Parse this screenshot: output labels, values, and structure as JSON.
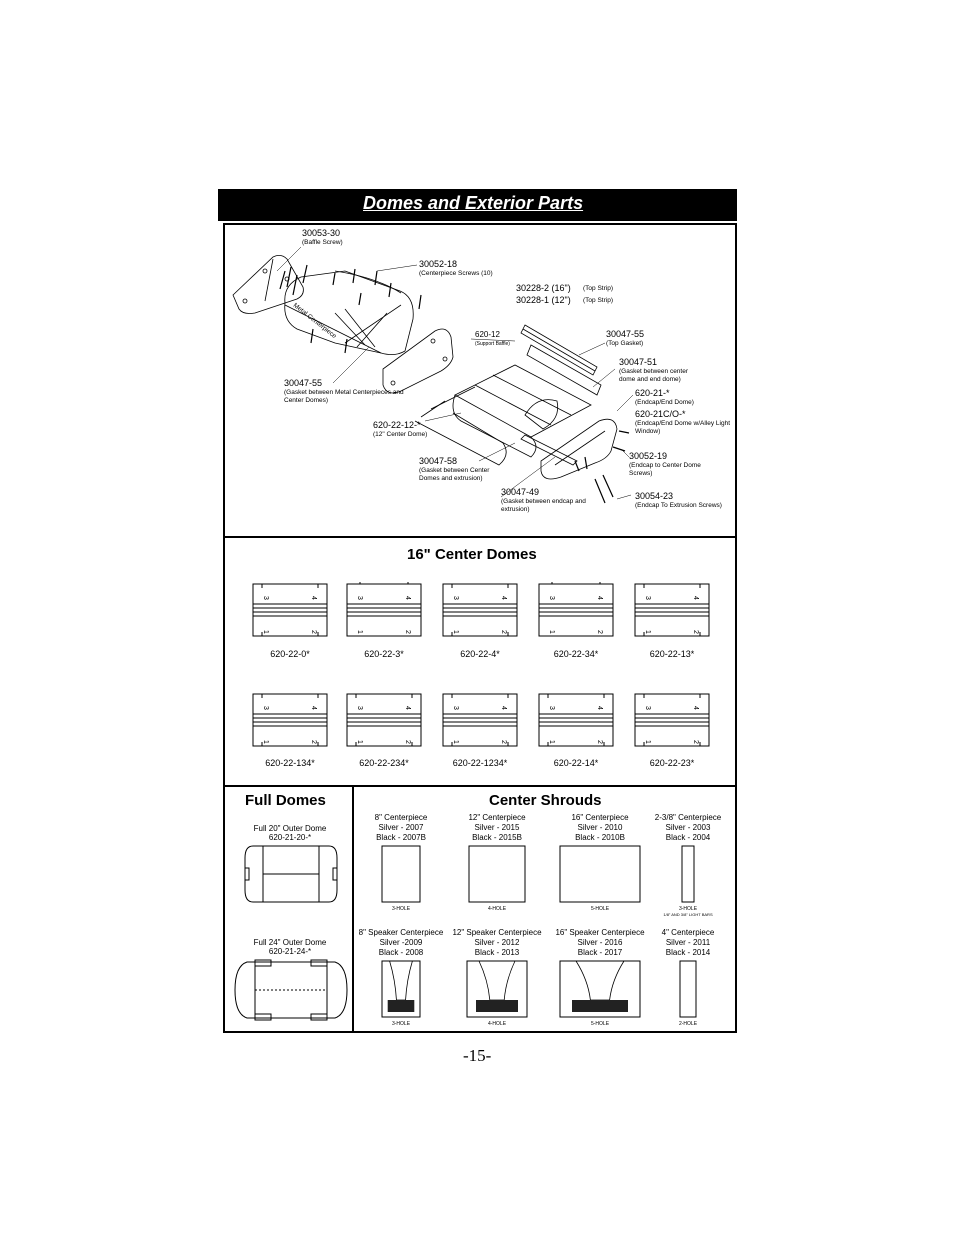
{
  "page_title": "Domes and Exterior Parts",
  "exploded_view": {
    "callouts": [
      {
        "part": "30053-30",
        "desc": "(Baffle Screw)"
      },
      {
        "part": "30052-18",
        "desc": "(Centerpiece Screws (10)"
      },
      {
        "part": "30228-2  (16\")",
        "desc": "(Top Strip)"
      },
      {
        "part": "30228-1 (12\")",
        "desc": "(Top Strip)"
      },
      {
        "part": "620-12",
        "desc": "(Support Baffle)"
      },
      {
        "part": "30047-55",
        "desc": "(Top Gasket)"
      },
      {
        "part": "30047-51",
        "desc": "(Gasket between center dome and end dome)"
      },
      {
        "part": "620-21-*",
        "desc": "(Endcap/End Dome)"
      },
      {
        "part": "620-21C/O-*",
        "desc": "(Endcap/End Dome w/Alley Light Window)"
      },
      {
        "part": "30047-55",
        "desc": "(Gasket between Metal Centerpieces and Center Domes)"
      },
      {
        "part": "620-22-12-*",
        "desc": "(12\" Center Dome)"
      },
      {
        "part": "30052-19",
        "desc": "(Endcap to Center Dome Screws)"
      },
      {
        "part": "30047-58",
        "desc": "(Gasket between Center Domes and extrusion)"
      },
      {
        "part": "30047-49",
        "desc": "(Gasket between endcap and extrusion)"
      },
      {
        "part": "30054-23",
        "desc": "(Endcap To Extrusion Screws)"
      }
    ],
    "metal_centerpiece_label": "Metal Centerpiece"
  },
  "center_domes": {
    "heading": "16\" Center Domes",
    "digits": [
      "3",
      "4",
      "1",
      "2"
    ],
    "row1": [
      "620-22-0*",
      "620-22-3*",
      "620-22-4*",
      "620-22-34*",
      "620-22-13*"
    ],
    "row2": [
      "620-22-134*",
      "620-22-234*",
      "620-22-1234*",
      "620-22-14*",
      "620-22-23*"
    ]
  },
  "full_domes": {
    "heading": "Full Domes",
    "items": [
      {
        "name": "Full 20\" Outer Dome",
        "part": "620-21-20-*"
      },
      {
        "name": "Full 24\" Outer Dome",
        "part": "620-21-24-*"
      }
    ]
  },
  "center_shrouds": {
    "heading": "Center Shrouds",
    "items": [
      {
        "name": "8\" Centerpiece",
        "silver": "Silver - 2007",
        "black": "Black - 2007B",
        "holes": "3-HOLE"
      },
      {
        "name": "12\" Centerpiece",
        "silver": "Silver - 2015",
        "black": "Black - 2015B",
        "holes": "4-HOLE"
      },
      {
        "name": "16\" Centerpiece",
        "silver": "Silver - 2010",
        "black": "Black - 2010B",
        "holes": "5-HOLE"
      },
      {
        "name": "2-3/8\" Centerpiece",
        "silver": "Silver - 2003",
        "black": "Black - 2004",
        "holes": "3-HOLE",
        "note": "1/8\" AND 3/8\" LIGHT BARS"
      },
      {
        "name": "8\" Speaker Centerpiece",
        "silver": "Silver -2009",
        "black": "Black - 2008",
        "holes": "3-HOLE"
      },
      {
        "name": "12\" Speaker Centerpiece",
        "silver": "Silver - 2012",
        "black": "Black - 2013",
        "holes": "4-HOLE"
      },
      {
        "name": "16\" Speaker Centerpiece",
        "silver": "Silver - 2016",
        "black": "Black - 2017",
        "holes": "5-HOLE"
      },
      {
        "name": "4\" Centerpiece",
        "silver": "Silver - 2011",
        "black": "Black - 2014",
        "holes": "2-HOLE"
      }
    ]
  },
  "page_number": "-15-"
}
